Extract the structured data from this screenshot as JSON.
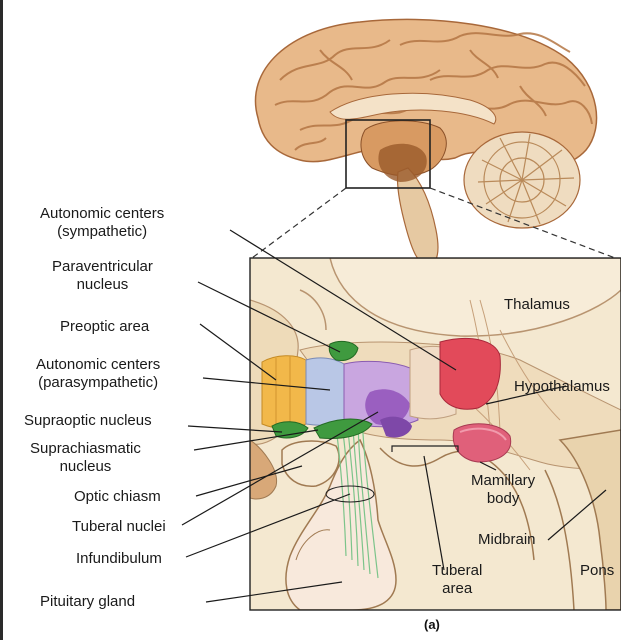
{
  "labels": {
    "autonomic_sympathetic_1": "Autonomic centers",
    "autonomic_sympathetic_2": "(sympathetic)",
    "paraventricular_1": "Paraventricular",
    "paraventricular_2": "nucleus",
    "preoptic": "Preoptic area",
    "autonomic_parasympathetic_1": "Autonomic centers",
    "autonomic_parasympathetic_2": "(parasympathetic)",
    "supraoptic": "Supraoptic nucleus",
    "suprachiasmatic_1": "Suprachiasmatic",
    "suprachiasmatic_2": "nucleus",
    "optic_chiasm": "Optic chiasm",
    "tuberal_nuclei": "Tuberal nuclei",
    "infundibulum": "Infundibulum",
    "pituitary": "Pituitary gland",
    "thalamus": "Thalamus",
    "hypothalamus": "Hypothalamus",
    "mamillary_1": "Mamillary",
    "mamillary_2": "body",
    "midbrain": "Midbrain",
    "tuberal_area_1": "Tuberal",
    "tuberal_area_2": "area",
    "pons": "Pons"
  },
  "figure_label": "(a)",
  "colors": {
    "tissue_light": "#f3e6cc",
    "tissue_mid": "#e9d3ad",
    "brain_cortex": "#e8b98a",
    "brain_gyri": "#c98a55",
    "brainstem": "#d9b58c",
    "paraventricular": "#3f9a3f",
    "preoptic": "#f2b84a",
    "sympathetic": "#e24a5a",
    "parasympathetic": "#b9c7e6",
    "purple_nuclei": "#9a5fc0",
    "mamillary": "#e0607a",
    "nerve_fibers": "#7cc48a",
    "label_line": "#1a1a1a"
  },
  "icons": [
    "brain-illustration",
    "hypothalamus-inset-illustration"
  ]
}
